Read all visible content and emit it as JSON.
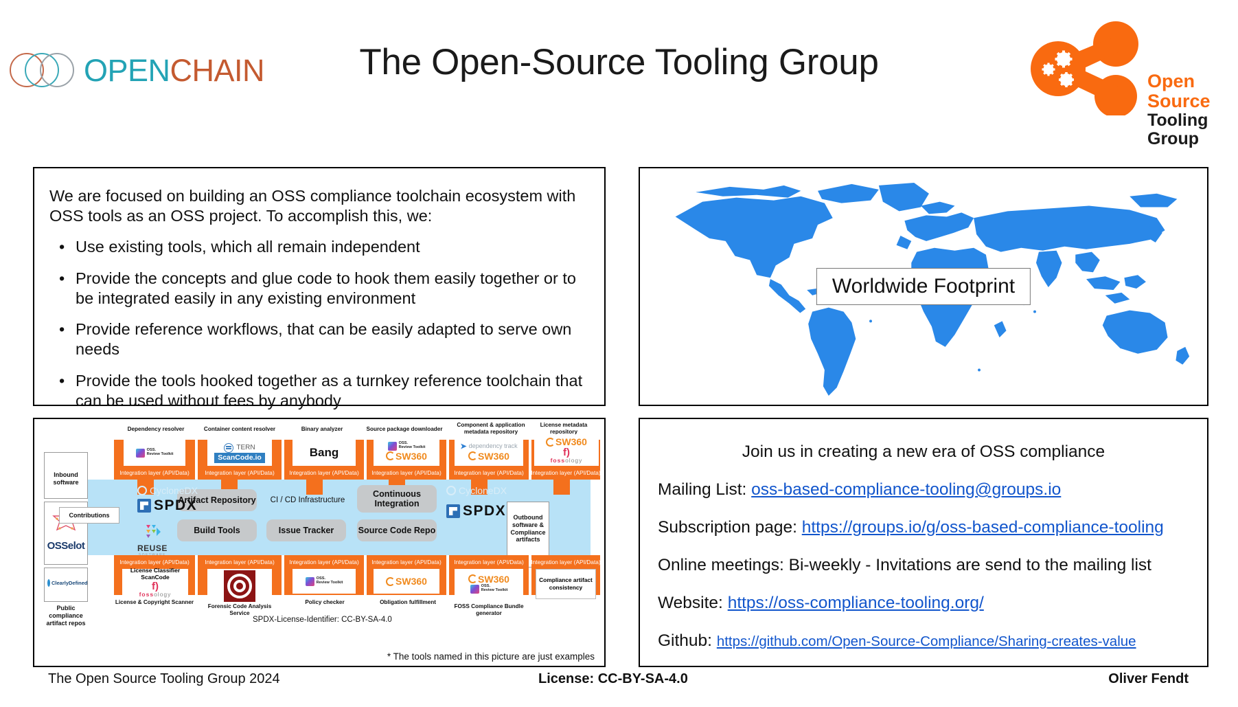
{
  "header": {
    "title": "The Open-Source Tooling Group",
    "openchain_logo": {
      "part1": "OPEN",
      "part2": "CHAIN",
      "icon": "openchain-rings-icon"
    },
    "ost_logo": {
      "line1": "Open Source",
      "line2": "Tooling Group",
      "icon": "share-gears-icon"
    }
  },
  "intro": {
    "lead": "We are focused on building an OSS compliance toolchain ecosystem with OSS tools as an OSS project. To accomplish this, we:",
    "bullet_marker": "•",
    "bullets": [
      "Use existing tools, which all remain independent",
      "Provide the concepts and glue code to hook them easily together or to be integrated easily in any existing environment",
      "Provide reference workflows, that can be easily adapted to serve own needs",
      "Provide the tools hooked together as a turnkey reference toolchain that can be used without fees by anybody"
    ]
  },
  "map": {
    "label": "Worldwide Footprint",
    "land_color": "#2a88e8"
  },
  "contact": {
    "heading": "Join us in creating a new era of OSS compliance",
    "lines": [
      {
        "label": "Mailing List: ",
        "link": "oss-based-compliance-tooling@groups.io",
        "small": false
      },
      {
        "label": "Subscription page: ",
        "link": "https://groups.io/g/oss-based-compliance-tooling",
        "small": false
      },
      {
        "label": "Online meetings: Bi-weekly - Invitations are send to the mailing list",
        "link": "",
        "small": false
      },
      {
        "label": "Website: ",
        "link": "https://oss-compliance-tooling.org/",
        "small": false
      },
      {
        "label": "Github: ",
        "link": "https://github.com/Open-Source-Compliance/Sharing-creates-value",
        "small": true
      }
    ],
    "link_color": "#1155cc"
  },
  "diagram": {
    "footnote": "* The tools named in this picture are just examples",
    "spdx_identifier": "SPDX-License-Identifier: CC-BY-SA-4.0",
    "integration_layer_label": "Integration layer (API/Data)",
    "top_captions": [
      "Dependency resolver",
      "Container content resolver",
      "Binary analyzer",
      "Source package downloader",
      "Component & application metadata repository",
      "License metadata repository"
    ],
    "top_tools": [
      [
        "OSS Review Toolkit"
      ],
      [
        "TERN",
        "ScanCode.io"
      ],
      [
        "Bang"
      ],
      [
        "OSS Review Toolkit",
        "SW360"
      ],
      [
        "dependency track",
        "SW360"
      ],
      [
        "SW360",
        "fossology"
      ]
    ],
    "center_boxes": [
      "Artifact Repository",
      "CI / CD Infrastructure",
      "Continuous Integration",
      "Build Tools",
      "Issue Tracker",
      "Source Code Repo"
    ],
    "left_labels": [
      "Inbound software",
      "Contributions",
      "Public compliance artifact repos"
    ],
    "right_labels": [
      "Outbound software & Compliance artifacts"
    ],
    "left_logos": [
      "SPDX",
      "CycloneDX",
      "REUSE SOFTWARE",
      "OSSelot",
      "ClearlyDefined"
    ],
    "right_logos": [
      "CycloneDX",
      "SPDX"
    ],
    "bottom_captions": [
      "License & Copyright Scanner",
      "Forensic Code Analysis Service",
      "Policy checker",
      "Obligation fulfillment",
      "FOSS Compliance Bundle generator",
      ""
    ],
    "bottom_tools": [
      [
        "License Classifier",
        "ScanCode",
        "fossology"
      ],
      [
        "Forensic bullseye"
      ],
      [
        "OSS Review Toolkit"
      ],
      [
        "SW360"
      ],
      [
        "SW360",
        "OSS Review Toolkit"
      ],
      [
        "Compliance artifact consistency"
      ]
    ]
  },
  "footer": {
    "left": "The Open Source Tooling Group 2024",
    "center": "License: CC-BY-SA-4.0",
    "right": "Oliver Fendt"
  }
}
